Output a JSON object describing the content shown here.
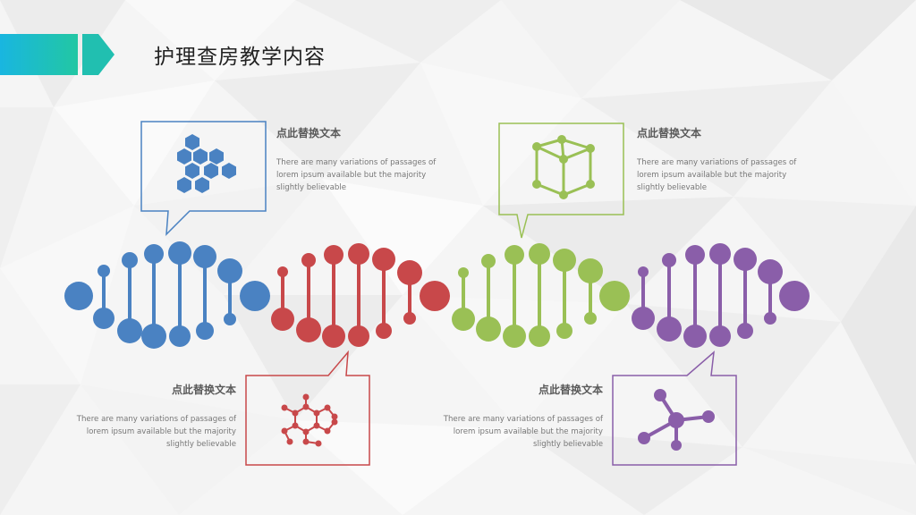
{
  "slide": {
    "title": "护理查房教学内容"
  },
  "colors": {
    "background_light": "#f4f4f4",
    "blue": "#4a82c2",
    "red": "#c8484a",
    "green": "#9ac055",
    "purple": "#8a5ea9",
    "text_dark": "#222222",
    "text_muted": "#777777",
    "banner_cyan": "#19b6e0",
    "banner_green": "#22c7a3"
  },
  "items": [
    {
      "title": "点此替换文本",
      "body": "There are many variations of passages of lorem ipsum available but the majority slightly believable",
      "icon": "hexagon-cluster-icon",
      "color": "#4a82c2"
    },
    {
      "title": "点此替换文本",
      "body": "There are many variations of passages of lorem ipsum available but the majority slightly believable",
      "icon": "molecule-ring-icon",
      "color": "#c8484a"
    },
    {
      "title": "点此替换文本",
      "body": "There are many variations of passages of lorem ipsum available but the majority slightly believable",
      "icon": "cube-molecule-icon",
      "color": "#9ac055"
    },
    {
      "title": "点此替换文本",
      "body": "There are many variations of passages of lorem ipsum available but the majority slightly believable",
      "icon": "branched-molecule-icon",
      "color": "#8a5ea9"
    }
  ]
}
